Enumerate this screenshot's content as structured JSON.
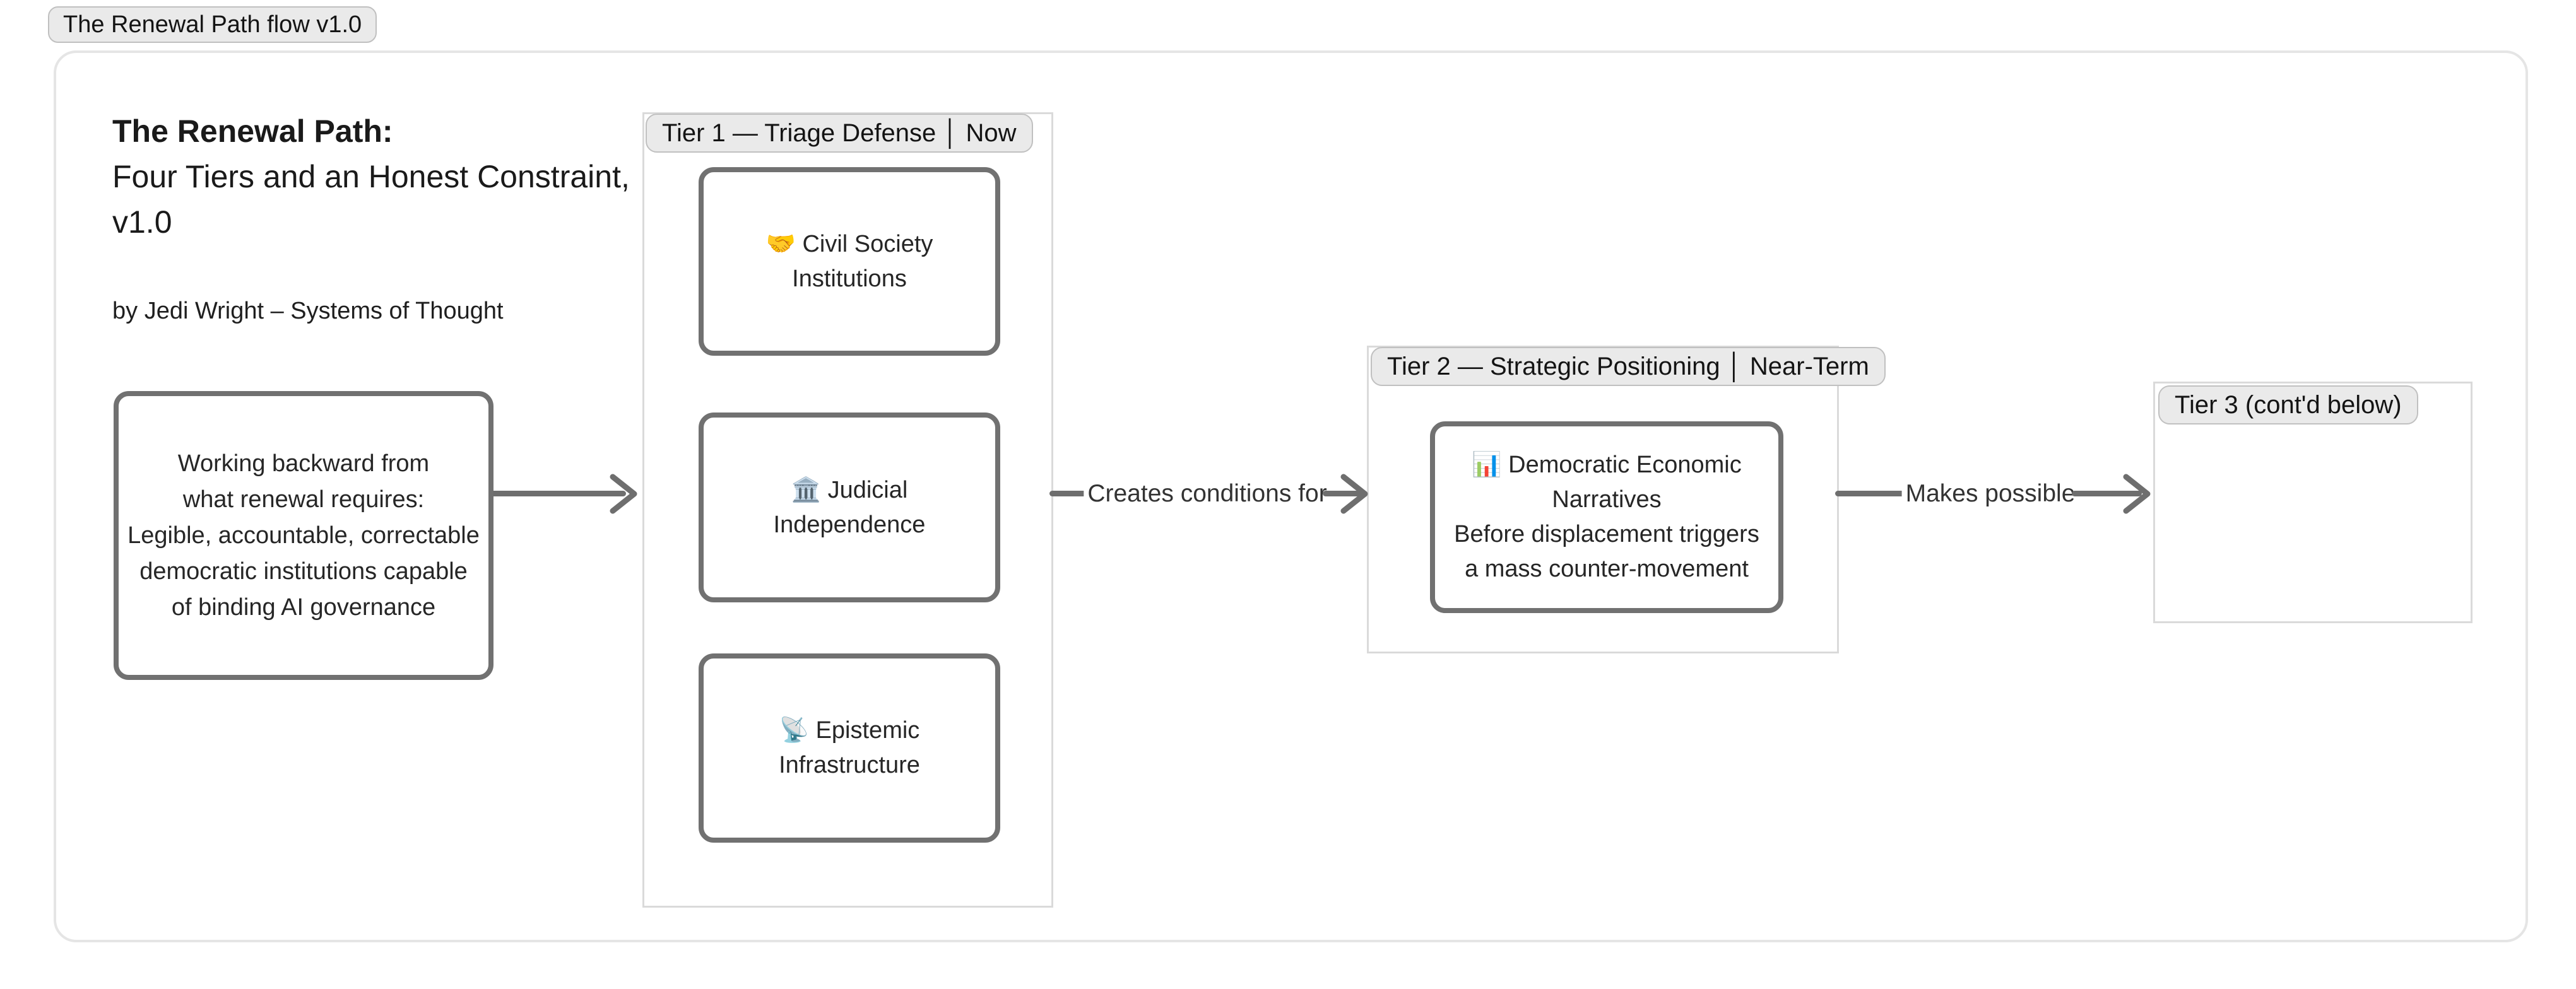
{
  "page": {
    "flow_badge": "The Renewal Path flow v1.0"
  },
  "header": {
    "title_line1": "The Renewal Path:",
    "title_line2": "Four Tiers and an Honest Constraint,",
    "title_line3": "v1.0",
    "byline": "by Jedi Wright – Systems of Thought"
  },
  "start_node": {
    "line1": "Working backward from",
    "line2": "what renewal requires:",
    "line3": "Legible, accountable, correctable",
    "line4": "democratic institutions capable",
    "line5": "of binding AI governance"
  },
  "tiers": [
    {
      "label": "Tier 1 — Triage Defense │ Now",
      "nodes": [
        {
          "icon": "🤝",
          "line1": "Civil Society",
          "line2": "Institutions"
        },
        {
          "icon": "🏛️",
          "line1": "Judicial",
          "line2": "Independence"
        },
        {
          "icon": "📡",
          "line1": "Epistemic",
          "line2": "Infrastructure"
        }
      ]
    },
    {
      "label": "Tier 2 — Strategic Positioning │ Near-Term",
      "nodes": [
        {
          "icon": "📊",
          "line1": "Democratic Economic",
          "line2": "Narratives",
          "line3": "Before displacement triggers",
          "line4": "a mass counter-movement"
        }
      ]
    },
    {
      "label": "Tier 3 (cont'd below)",
      "nodes": []
    }
  ],
  "edges": [
    {
      "label": "Creates conditions for"
    },
    {
      "label": "Makes possible"
    }
  ],
  "colors": {
    "node_border": "#717171",
    "cluster_border": "#dadada",
    "connector": "#6e6e6e",
    "badge_bg": "#eaeaea",
    "badge_border": "#c0c0c0",
    "panel_border": "#e5e5e5",
    "text": "#262626"
  }
}
